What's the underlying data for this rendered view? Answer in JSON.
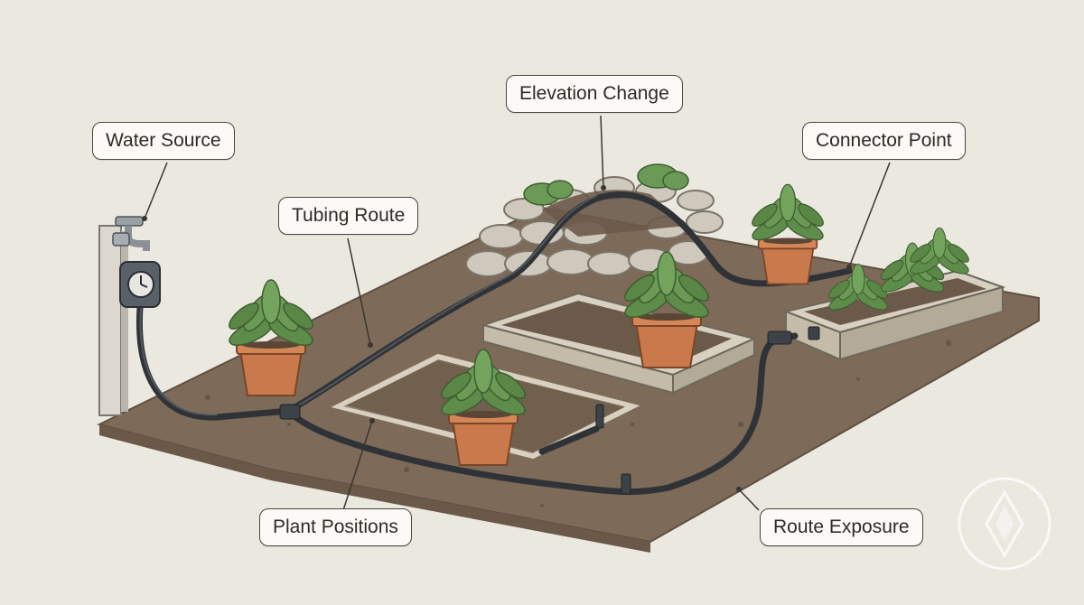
{
  "labels": {
    "water_source": "Water Source",
    "tubing_route": "Tubing Route",
    "elevation_change": "Elevation Change",
    "connector_point": "Connector Point",
    "plant_positions": "Plant Positions",
    "route_exposure": "Route Exposure"
  },
  "colors": {
    "background": "#ebe8e0",
    "soil": "#7d6a58",
    "tubing": "#2f3338",
    "leaf": "#5e8c4a",
    "pot": "#c9794b",
    "stone": "#cfc8bc",
    "bed_frame": "#d8d0c0"
  },
  "icons": {
    "faucet": "faucet-icon",
    "timer": "timer-icon",
    "watermark": "logo-badge-icon"
  }
}
